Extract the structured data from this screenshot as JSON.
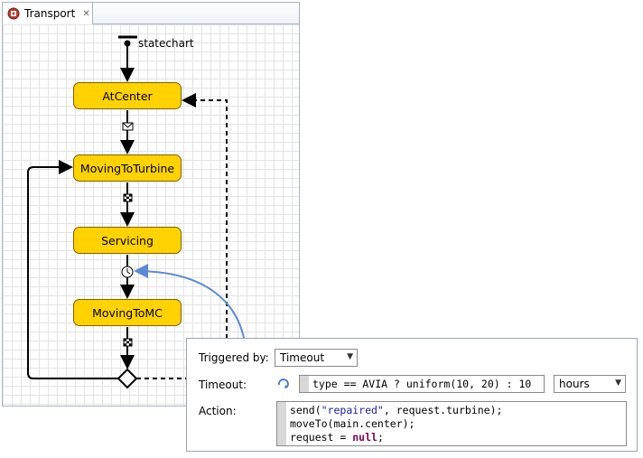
{
  "editor": {
    "tab_title": "Transport",
    "tab_icon": "statechart-tab-icon"
  },
  "statechart": {
    "label": "statechart",
    "states": [
      "AtCenter",
      "MovingToTurbine",
      "Servicing",
      "MovingToMC"
    ]
  },
  "properties": {
    "triggered_by_label": "Triggered by:",
    "triggered_by_value": "Timeout",
    "timeout_label": "Timeout:",
    "timeout_expression": "type == AVIA ? uniform(10, 20) : 10",
    "timeout_units": "hours",
    "action_label": "Action:",
    "action_code": {
      "line1_a": "send(",
      "line1_str": "\"repaired\"",
      "line1_b": ", request.turbine);",
      "line2": "moveTo(main.center);",
      "line3_a": "request = ",
      "line3_kw": "null",
      "line3_b": ";"
    }
  },
  "colors": {
    "state_fill": "#ffd200",
    "callout_line": "#5b8ad6"
  }
}
